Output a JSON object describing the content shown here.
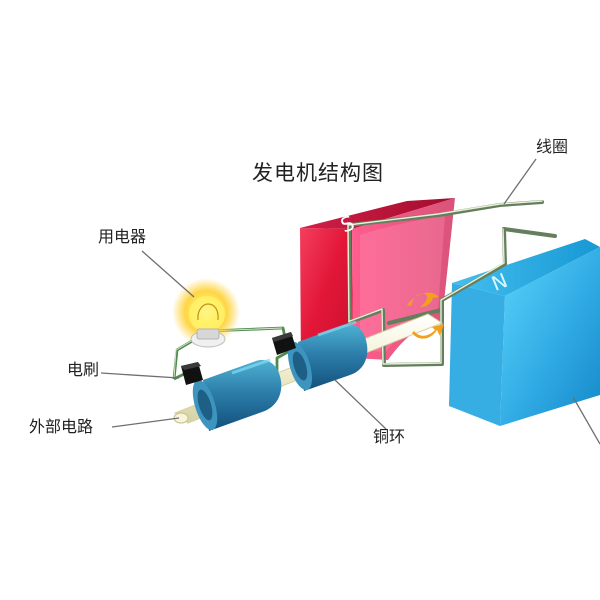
{
  "labels": {
    "title": "发电机结构图",
    "coil": "线圈",
    "load": "用电器",
    "brush": "电刷",
    "external_circuit": "外部电路",
    "copper_ring": "铜环"
  },
  "poles": {
    "south": "S",
    "north": "N"
  },
  "colors": {
    "south_magnet": "#e8263f",
    "north_magnet": "#2aa8db",
    "copper_ring": "#1f6d9f",
    "brush": "#111111",
    "wire": "#5f8d59",
    "bulb_glow": "#ffd84d"
  }
}
